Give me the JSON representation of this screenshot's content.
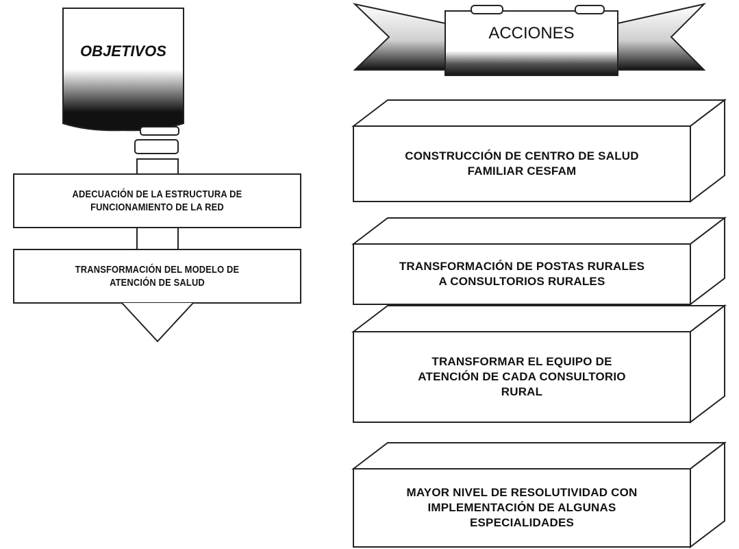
{
  "objectives": {
    "heading": "OBJETIVOS",
    "items": [
      {
        "line1": "ADECUACIÓN DE LA ESTRUCTURA DE",
        "line2": "FUNCIONAMIENTO DE LA RED"
      },
      {
        "line1": "TRANSFORMACIÓN DEL MODELO DE",
        "line2": "ATENCIÓN DE SALUD"
      }
    ]
  },
  "actions": {
    "heading": "ACCIONES",
    "items": [
      {
        "line1": "CONSTRUCCIÓN DE CENTRO DE SALUD",
        "line2": "FAMILIAR CESFAM"
      },
      {
        "line1": "TRANSFORMACIÓN DE POSTAS RURALES",
        "line2": "A CONSULTORIOS RURALES"
      },
      {
        "line1": "TRANSFORMAR EL EQUIPO DE",
        "line2": "ATENCIÓN DE CADA CONSULTORIO",
        "line3": "RURAL"
      },
      {
        "line1": "MAYOR NIVEL DE RESOLUTIVIDAD CON",
        "line2": "IMPLEMENTACIÓN DE ALGUNAS",
        "line3": "ESPECIALIDADES"
      }
    ]
  },
  "colors": {
    "stroke": "#222222",
    "heading_gradient_dark": "#111111",
    "fill": "#ffffff"
  }
}
